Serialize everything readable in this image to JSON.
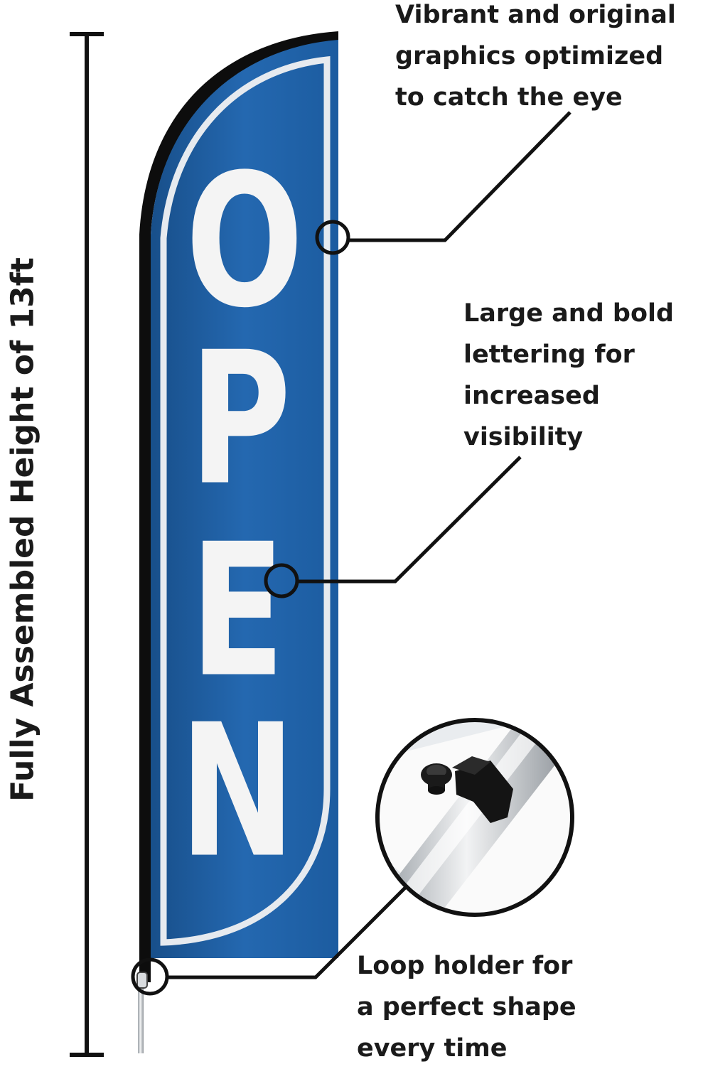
{
  "flag": {
    "text": "OPEN",
    "letters": [
      "O",
      "P",
      "E",
      "N"
    ]
  },
  "height_label": "Fully Assembled Height of 13ft",
  "callouts": [
    {
      "id": "graphics",
      "lines": [
        "Vibrant and original",
        "graphics optimized",
        "to catch the eye"
      ]
    },
    {
      "id": "lettering",
      "lines": [
        "Large and bold",
        "lettering for",
        "increased",
        "visibility"
      ]
    },
    {
      "id": "loop",
      "lines": [
        "Loop holder for",
        "a perfect shape",
        "every time"
      ]
    }
  ],
  "colors": {
    "flag_blue": "#1f62a8",
    "flag_blue_dark": "#184f8a",
    "flag_border": "#e6eaef",
    "letter": "#f4f4f4",
    "ink": "#111111"
  }
}
